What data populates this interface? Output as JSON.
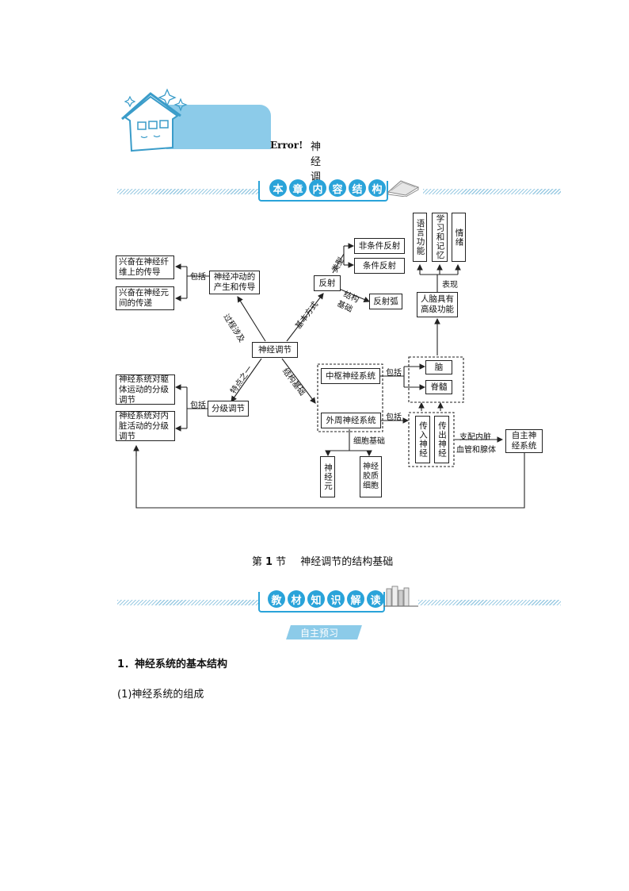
{
  "chapter_header": {
    "error_text": "Error!",
    "title": "神经调节"
  },
  "banner1": {
    "chars": [
      "本",
      "章",
      "内",
      "容",
      "结",
      "构"
    ]
  },
  "banner2": {
    "chars": [
      "教",
      "材",
      "知",
      "识",
      "解",
      "读"
    ]
  },
  "concept_map": {
    "center": "神经调节",
    "impulse": "神经冲动的产生和传导",
    "fiber_conduction": "兴奋在神经纤维上的传导",
    "neuron_transfer": "兴奋在神经元间的传递",
    "hierarchical": "分级调节",
    "somatic_hier": "神经系统对躯体运动的分级调节",
    "visceral_hier": "神经系统对内脏活动的分级调节",
    "reflex": "反射",
    "unconditioned": "非条件反射",
    "conditioned": "条件反射",
    "reflex_arc": "反射弧",
    "cns": "中枢神经系统",
    "pns": "外周神经系统",
    "brain": "脑",
    "spinal_cord": "脊髓",
    "afferent": "传入神经",
    "efferent": "传出神经",
    "autonomic": "自主神经系统",
    "neuron": "神经元",
    "glia": "神经胶质细胞",
    "human_brain": "人脑具有高级功能",
    "language": "语言功能",
    "learning": "学习和记忆",
    "emotion": "情绪",
    "lbl_include1": "包括",
    "lbl_include2": "包括",
    "lbl_include3": "包括",
    "lbl_include4": "包括",
    "lbl_process": "过程涉及",
    "lbl_basic": "基本方式",
    "lbl_feature": "特点之一",
    "lbl_struct_basis": "结构基础",
    "lbl_type": "类型",
    "lbl_structure": "结构",
    "lbl_basis": "基础",
    "lbl_express": "表现",
    "lbl_cell_basis": "细胞基础",
    "lbl_innervate1": "支配内脏",
    "lbl_innervate2": "血管和腺体"
  },
  "section": {
    "number_prefix": "第",
    "number": "1",
    "number_suffix": "节",
    "title": "神经调节的结构基础"
  },
  "self_study": "自主预习",
  "heading1": "1．神经系统的基本结构",
  "heading2": "(1)神经系统的组成",
  "colors": {
    "banner_blue": "#2aa3d9",
    "tab_blue": "#8ccbe9",
    "hatch": "#9bcbe3"
  }
}
